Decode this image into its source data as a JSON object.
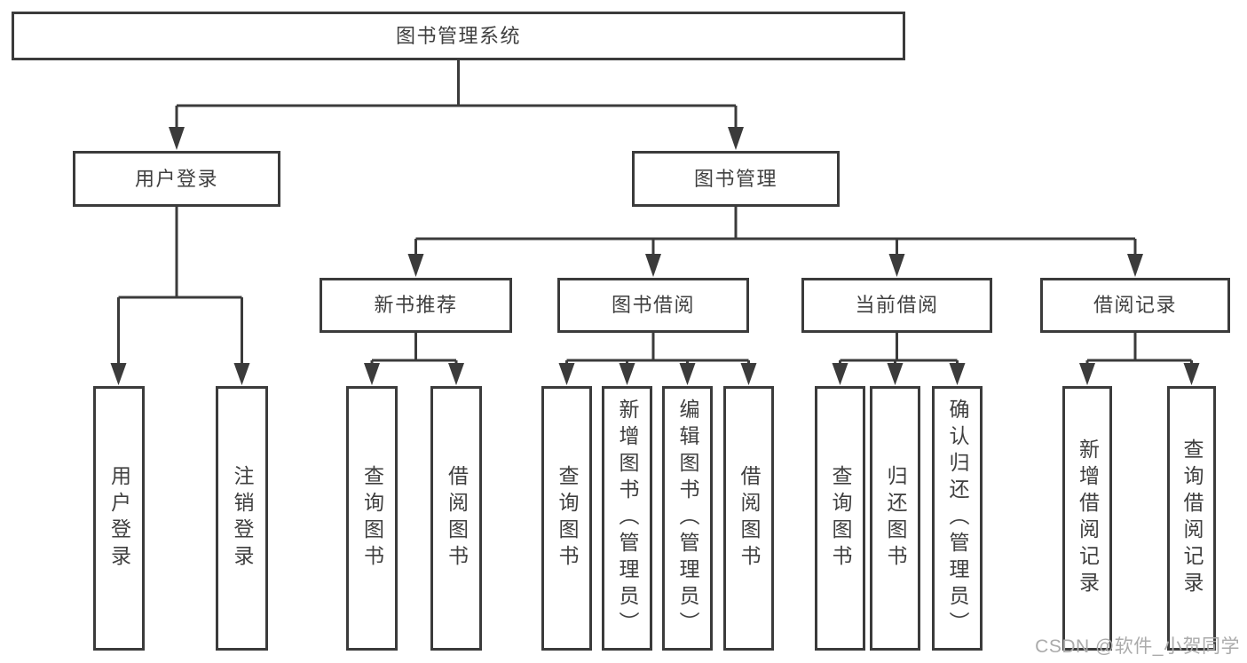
{
  "colors": {
    "line": "#3b3b3b",
    "box_border": "#3b3b3b",
    "text": "#3f3f3f",
    "watermark_text": "#ababab",
    "background": "#ffffff"
  },
  "watermark": "CSDN @软件_小贺同学",
  "diagram": {
    "root": {
      "label": "图书管理系统"
    },
    "branches": [
      {
        "label": "用户登录",
        "children": [
          {
            "label": "用户登录"
          },
          {
            "label": "注销登录"
          }
        ]
      },
      {
        "label": "图书管理",
        "groups": [
          {
            "label": "新书推荐",
            "children": [
              {
                "label": "查询图书"
              },
              {
                "label": "借阅图书"
              }
            ]
          },
          {
            "label": "图书借阅",
            "children": [
              {
                "label": "查询图书"
              },
              {
                "label": "新增图书（管理员）"
              },
              {
                "label": "编辑图书（管理员）"
              },
              {
                "label": "借阅图书"
              }
            ]
          },
          {
            "label": "当前借阅",
            "children": [
              {
                "label": "查询图书"
              },
              {
                "label": "归还图书"
              },
              {
                "label": "确认归还（管理员）"
              }
            ]
          },
          {
            "label": "借阅记录",
            "children": [
              {
                "label": "新增借阅记录"
              },
              {
                "label": "查询借阅记录"
              }
            ]
          }
        ]
      }
    ]
  }
}
